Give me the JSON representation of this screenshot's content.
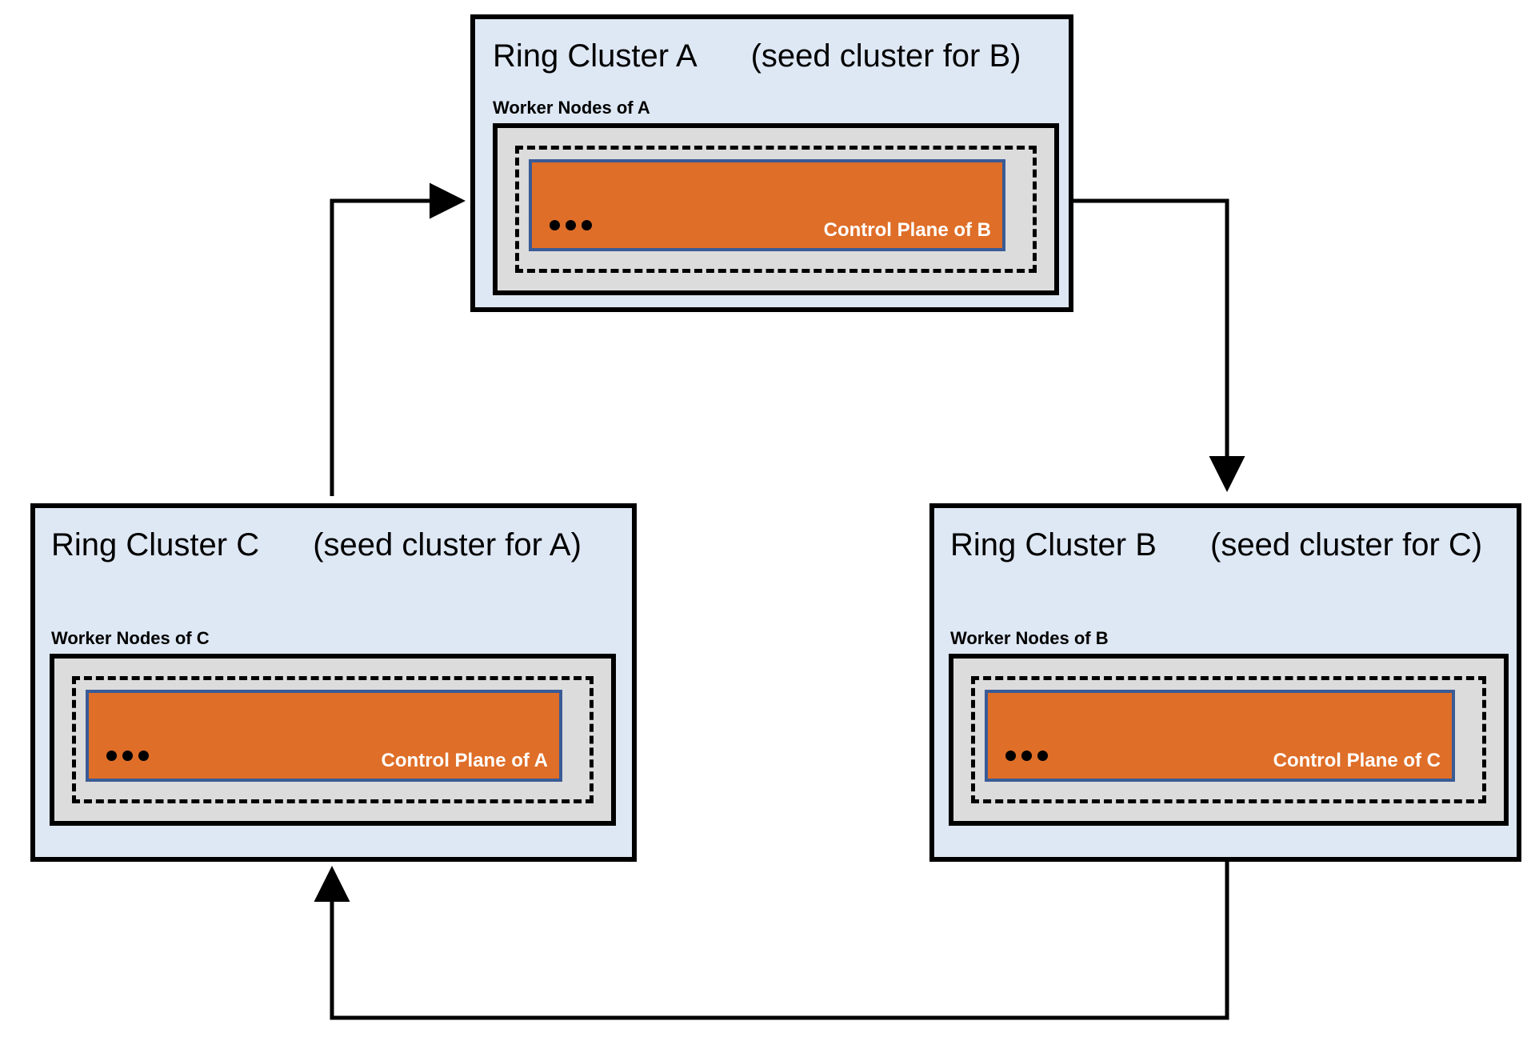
{
  "diagram": {
    "title_role": "ring-of-clusters-topology",
    "colors": {
      "cluster_fill": "#DEE8F4",
      "worker_fill": "#DCDCDC",
      "control_plane_fill": "#DF6E28",
      "control_plane_border": "#3A5B96",
      "stroke": "#000000",
      "control_plane_text": "#FFFFFF",
      "background": "#FFFFFF"
    },
    "clusters": [
      {
        "id": "A",
        "name": "Ring Cluster A",
        "seed_note": "(seed cluster for B)",
        "worker_label": "Worker Nodes of A",
        "control_plane_label": "Control Plane of B",
        "ellipsis": "•••"
      },
      {
        "id": "C",
        "name": "Ring Cluster C",
        "seed_note": "(seed cluster for A)",
        "worker_label": "Worker Nodes of C",
        "control_plane_label": "Control Plane of A",
        "ellipsis": "•••"
      },
      {
        "id": "B",
        "name": "Ring Cluster B",
        "seed_note": "(seed cluster for C)",
        "worker_label": "Worker Nodes of B",
        "control_plane_label": "Control Plane of C",
        "ellipsis": "•••"
      }
    ],
    "connectors": [
      {
        "id": "a-to-b",
        "from": "A",
        "to": "B",
        "direction": "A → B"
      },
      {
        "id": "b-to-c",
        "from": "B",
        "to": "C",
        "direction": "B → C"
      },
      {
        "id": "c-to-a",
        "from": "C",
        "to": "A",
        "direction": "C → A"
      }
    ]
  }
}
